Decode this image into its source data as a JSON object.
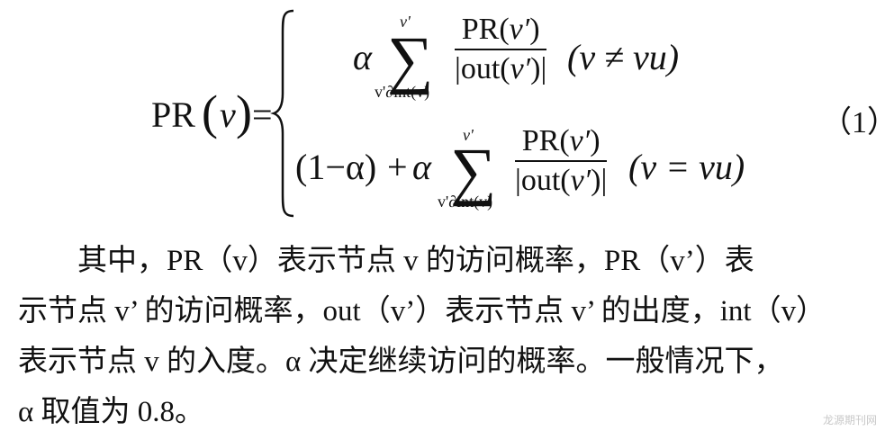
{
  "equation": {
    "lhs": {
      "fn": "PR",
      "lparen": "(",
      "var": "v",
      "rparen": ")",
      "eq": "="
    },
    "alpha": "α",
    "sum_upper": "v'",
    "sum_lower": "v'∂int(v)",
    "fraction": {
      "numerator": {
        "fn": "PR",
        "var": "v′"
      },
      "denominator": {
        "fn": "out",
        "var": "v′"
      }
    },
    "case1_condition": "(v ≠ vu)",
    "case2_prefix": {
      "one_minus_alpha": "(1−α)",
      "plus": "+"
    },
    "case2_condition": "(v = vu)",
    "number": "（1）"
  },
  "paragraph": {
    "lines": [
      "其中，PR（v）表示节点 v 的访问概率，PR（v’）表",
      "示节点 v’ 的访问概率，out（v’）表示节点 v’ 的出度，int（v）",
      "表示节点 v 的入度。α 决定继续访问的概率。一般情况下，",
      "α 取值为 0.8。"
    ]
  },
  "watermark": "龙源期刊网",
  "colors": {
    "text": "#111111",
    "background": "#ffffff",
    "watermark": "#c8c8c8"
  }
}
